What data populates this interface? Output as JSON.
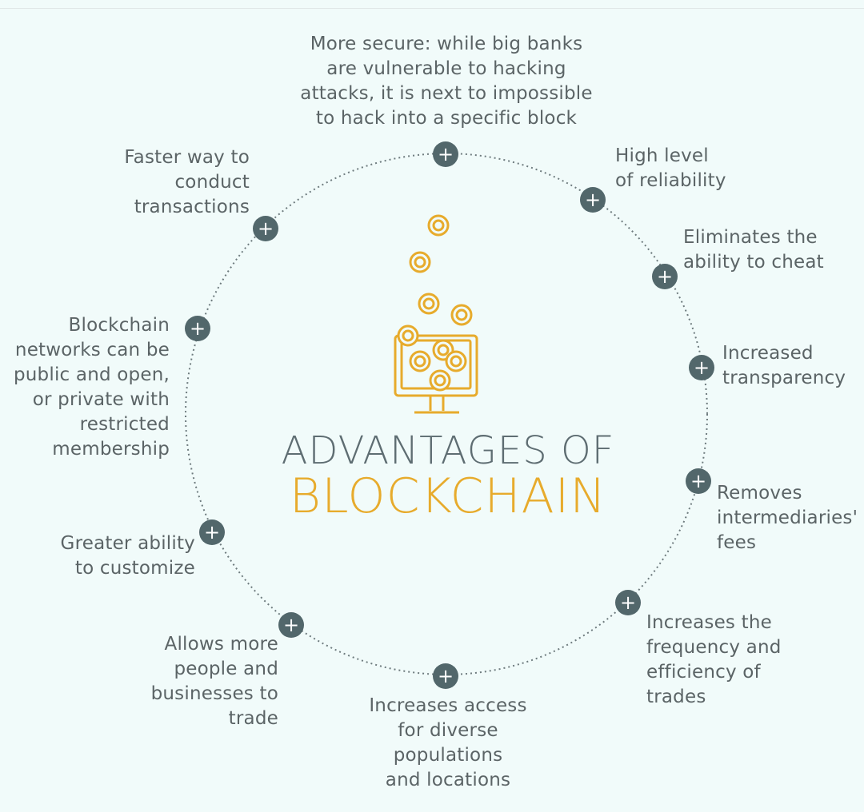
{
  "title": {
    "line1": "ADVANTAGES OF",
    "line2": "BLOCKCHAIN"
  },
  "colors": {
    "background": "#f1fbfa",
    "text": "#5b6466",
    "node": "#52676b",
    "accent": "#e7ab2c",
    "title_dark": "#5e6d72"
  },
  "node_icon": "plus-icon",
  "center_icon": "monitor-coins-icon",
  "advantages": [
    {
      "lines": [
        "More secure: while big banks",
        "are vulnerable to hacking",
        "attacks, it is next to impossible",
        "to hack into a specific block"
      ]
    },
    {
      "lines": [
        "High level",
        "of reliability"
      ]
    },
    {
      "lines": [
        "Eliminates the",
        "ability to cheat"
      ]
    },
    {
      "lines": [
        "Increased",
        "transparency"
      ]
    },
    {
      "lines": [
        "Removes",
        "intermediaries'",
        "fees"
      ]
    },
    {
      "lines": [
        "Increases the",
        "frequency and",
        "efficiency of",
        "trades"
      ]
    },
    {
      "lines": [
        "Increases access",
        "for diverse",
        "populations",
        "and locations"
      ]
    },
    {
      "lines": [
        "Allows more",
        "people and",
        "businesses to",
        "trade"
      ]
    },
    {
      "lines": [
        "Greater ability",
        "to customize"
      ]
    },
    {
      "lines": [
        "Blockchain",
        "networks can be",
        "public and open,",
        "or private with",
        "restricted",
        "membership"
      ]
    },
    {
      "lines": [
        "Faster way to",
        "conduct",
        "transactions"
      ]
    }
  ]
}
